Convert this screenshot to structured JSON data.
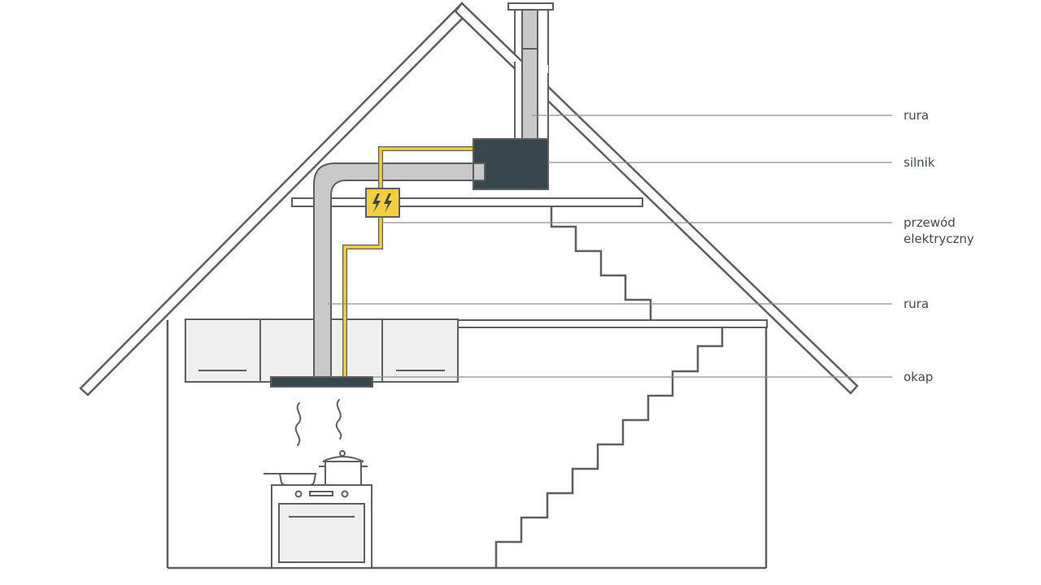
{
  "colors": {
    "line": "#5b5f61",
    "pipe": "#c9c9c9",
    "motor": "#37474d",
    "cable": "#f2cf3b",
    "cabinet": "#efefef",
    "label": "#3f4a4e"
  },
  "icons": {
    "junction_box": "lightning-icon"
  },
  "labels": {
    "rura_top": "rura",
    "silnik": "silnik",
    "przewod_line1": "przewód",
    "przewod_line2": "elektryczny",
    "rura_bottom": "rura",
    "okap": "okap"
  }
}
